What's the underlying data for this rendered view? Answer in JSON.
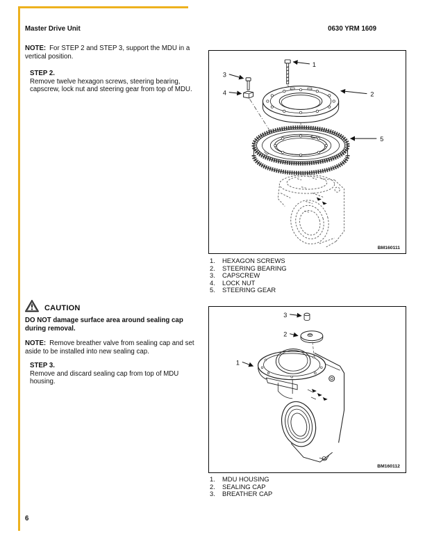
{
  "header": {
    "left": "Master Drive Unit",
    "right": "0630 YRM 1609"
  },
  "content": {
    "note1_label": "NOTE:",
    "note1_text": "For STEP 2 and STEP 3, support the MDU in a vertical position.",
    "step2_title": "STEP 2.",
    "step2_body": "Remove twelve hexagon screws, steering bearing, capscrew, lock nut and steering gear from top of MDU.",
    "caution_title": "CAUTION",
    "caution_body": "DO NOT damage surface area around sealing cap during removal.",
    "note2_label": "NOTE:",
    "note2_text": "Remove breather valve from sealing cap and set aside to be installed into new sealing cap.",
    "step3_title": "STEP 3.",
    "step3_body": "Remove and discard sealing cap from top of MDU housing."
  },
  "figure1": {
    "id": "BM160111",
    "callout_1": "1",
    "callout_2": "2",
    "callout_3": "3",
    "callout_4": "4",
    "callout_5": "5",
    "legend": [
      {
        "num": "1.",
        "label": "HEXAGON SCREWS"
      },
      {
        "num": "2.",
        "label": "STEERING BEARING"
      },
      {
        "num": "3.",
        "label": "CAPSCREW"
      },
      {
        "num": "4.",
        "label": "LOCK NUT"
      },
      {
        "num": "5.",
        "label": "STEERING GEAR"
      }
    ]
  },
  "figure2": {
    "id": "BM160112",
    "callout_1": "1",
    "callout_2": "2",
    "callout_3": "3",
    "legend": [
      {
        "num": "1.",
        "label": "MDU HOUSING"
      },
      {
        "num": "2.",
        "label": "SEALING CAP"
      },
      {
        "num": "3.",
        "label": "BREATHER CAP"
      }
    ]
  },
  "footer": {
    "page_number": "6"
  },
  "colors": {
    "highlight_marker": "#edb11e",
    "figure_border": "#000000",
    "text": "#111111"
  }
}
